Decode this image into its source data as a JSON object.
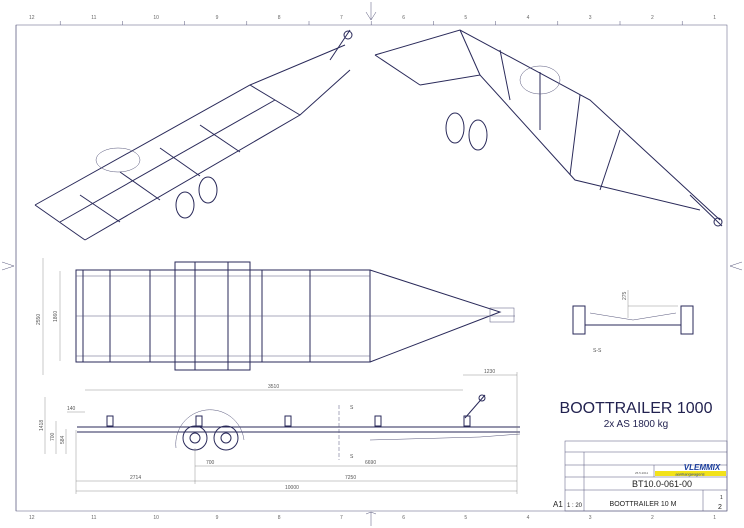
{
  "ruler": {
    "columns": [
      "12",
      "11",
      "10",
      "9",
      "8",
      "7",
      "6",
      "5",
      "4",
      "3",
      "2",
      "1"
    ]
  },
  "title_block": {
    "title": "BOOTTRAILER 1000",
    "subtitle": "2x AS 1800 kg",
    "company": "VLEMMIX",
    "company_tagline": "aanhangwagens",
    "drawing_number": "BT10.0-061-00",
    "scale": "1 : 20",
    "description": "BOOTTRAILER 10 M",
    "sheet_size": "A1",
    "sheet": "1",
    "sheets": "2",
    "date": "25.5.2011",
    "brand_color": "#1a3d9c",
    "tagline_bg": "#f2e21a"
  },
  "section": {
    "label": "S-S",
    "marker": "S",
    "height_dim": "275"
  },
  "dimensions": {
    "top_overall_width": "2550",
    "top_inner_width": "1860",
    "side_length_upper": "3510",
    "drawbar": "1230",
    "rear_offset": "140",
    "height_total": "1418",
    "height_frame": "700",
    "height_beam": "584",
    "axle_spacing": "700",
    "axle_to_front": "6690",
    "rear_to_axle": "2714",
    "axle_to_coupling": "7250",
    "overall_length": "10000"
  }
}
